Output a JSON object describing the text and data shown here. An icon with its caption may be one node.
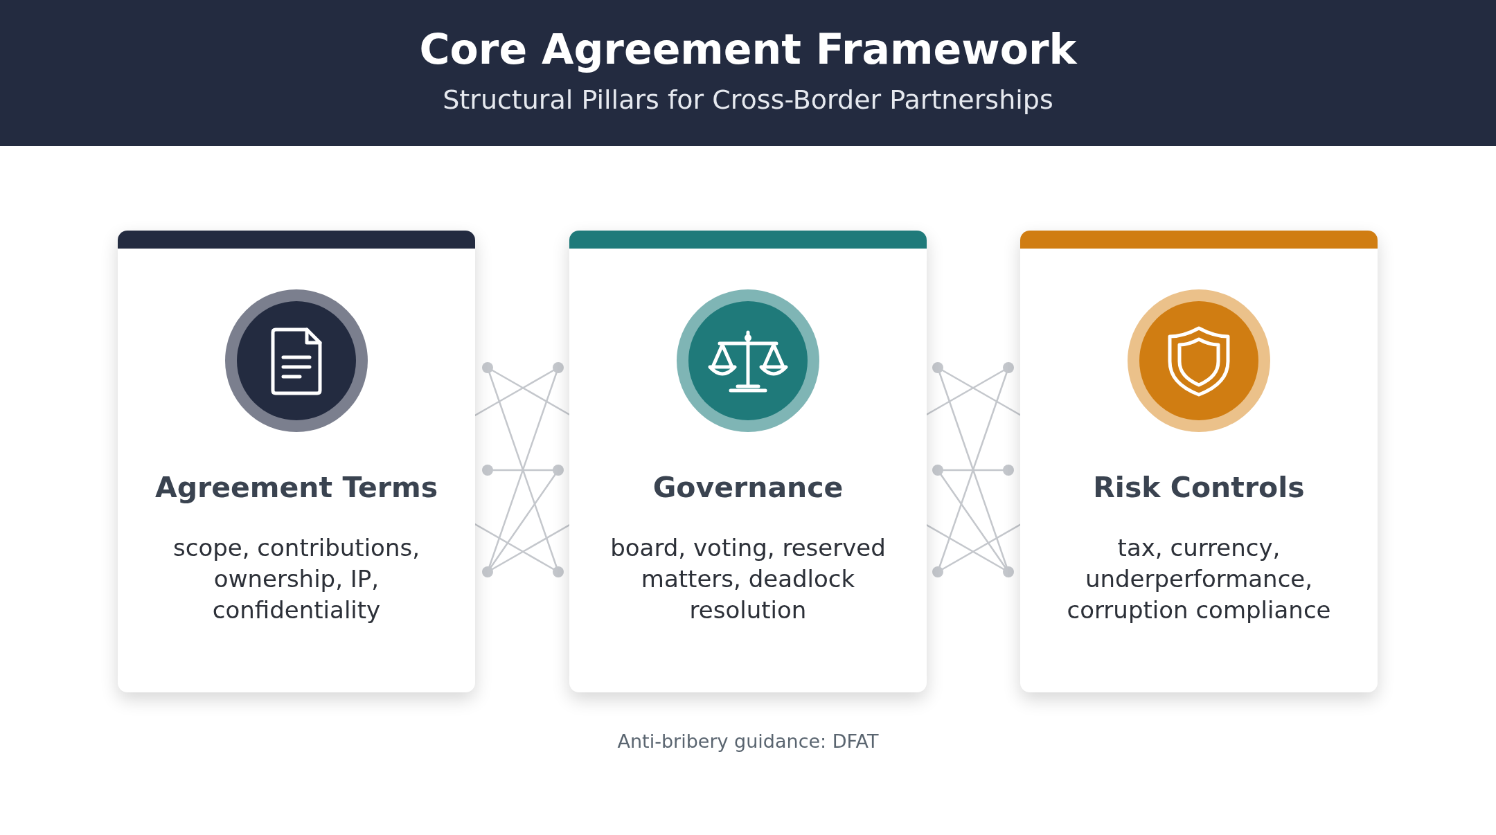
{
  "diagram": {
    "title": "Core Agreement Framework",
    "nodes": [
      {
        "text": [
          "Agreement Terms",
          "scope, contributions, ownership, IP, confidentiality"
        ]
      },
      {
        "text": [
          "Governance",
          "board, voting, reserved matters, deadlock resolution"
        ]
      },
      {
        "text": [
          "Risk Controls",
          "tax, currency, underperformance, corruption compliance"
        ]
      }
    ],
    "labels": [
      "Structural Pillars for Cross-Border Partnerships",
      "Anti-bribery guidance: DFAT"
    ]
  }
}
